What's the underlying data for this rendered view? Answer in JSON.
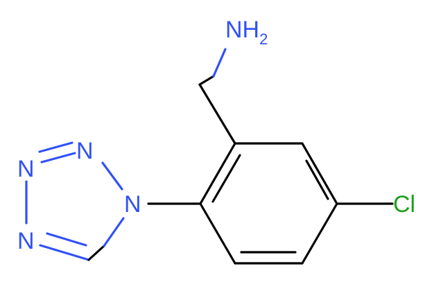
{
  "atoms": {
    "amine": {
      "symbol": "NH",
      "subscript": "2"
    },
    "chlorine": "Cl",
    "tetrazole_n1": "N",
    "tetrazole_n2": "N",
    "tetrazole_n3": "N",
    "tetrazole_n4": "N"
  },
  "colors": {
    "nitrogen": "#3050F8",
    "chlorine": "#1FA01F",
    "carbon_bond": "#000000",
    "background": "#FFFFFF"
  }
}
